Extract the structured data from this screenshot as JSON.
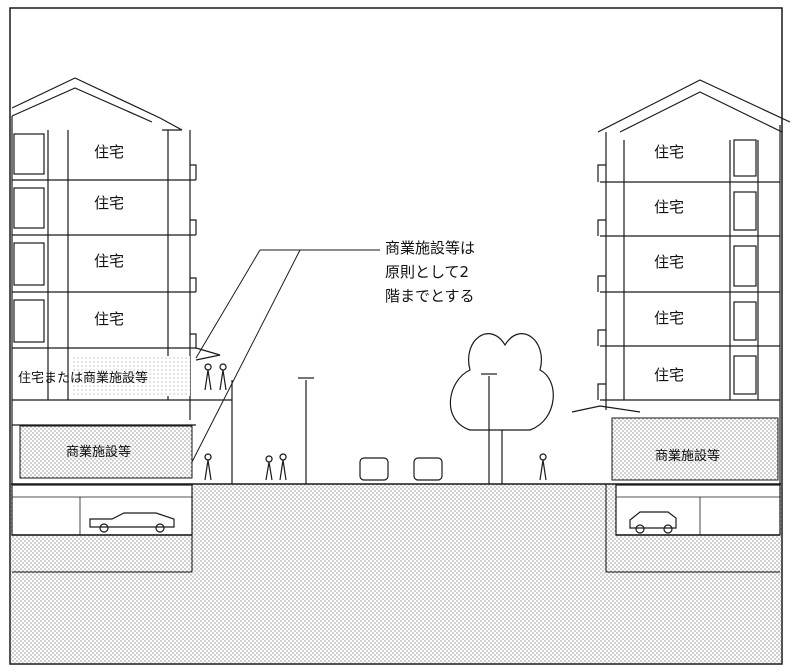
{
  "labels": {
    "housing": "住宅",
    "housing_or_commercial": "住宅または商業施設等",
    "commercial": "商業施設等"
  },
  "annotation": {
    "line1": "商業施設等は",
    "line2": "原則として2",
    "line3": "階までとする"
  },
  "colors": {
    "line": "#1a1a1a",
    "hatch": "#9a9a9a",
    "background": "#ffffff"
  }
}
